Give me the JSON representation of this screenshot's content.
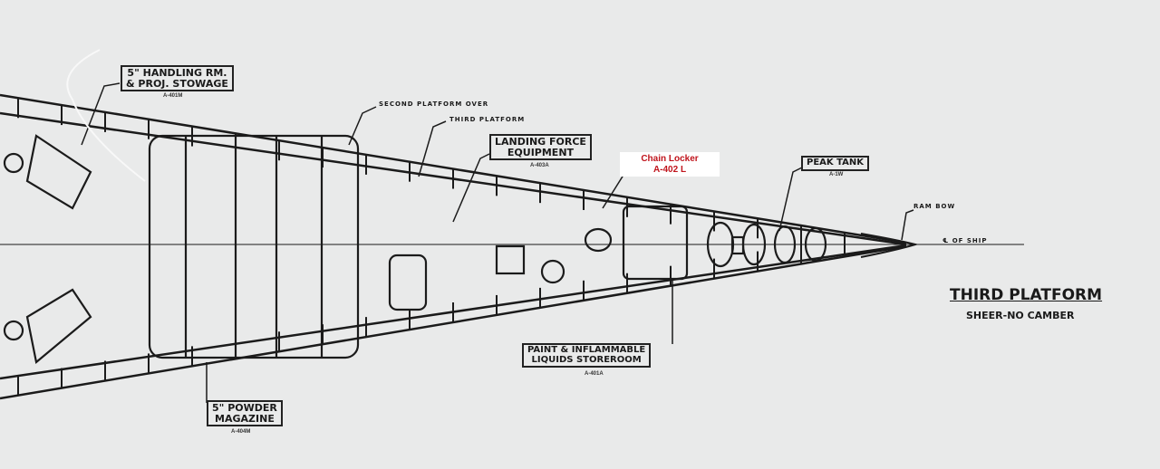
{
  "labels": {
    "handling_room": {
      "line1": "5\" Handling Rm.",
      "line2": "& Proj. Stowage",
      "code": "A-401M"
    },
    "second_platform_over": "Second Platform Over",
    "third_platform_line": "Third Platform",
    "landing_force": {
      "line1": "Landing Force",
      "line2": "Equipment",
      "code": "A-403A"
    },
    "chain_locker": {
      "line1": "Chain Locker",
      "line2": "A-402 L"
    },
    "peak_tank": {
      "name": "Peak Tank",
      "code": "A-1W"
    },
    "ram_bow": "Ram Bow",
    "centerline": "℄ of Ship",
    "powder_magazine": {
      "line1": "5\" Powder",
      "line2": "Magazine",
      "code": "A-404M"
    },
    "paint_storeroom": {
      "line1": "Paint & Inflammable",
      "line2": "Liquids Storeroom",
      "code": "A-401A"
    },
    "title": "Third Platform",
    "subtitle": "Sheer-No Camber"
  }
}
